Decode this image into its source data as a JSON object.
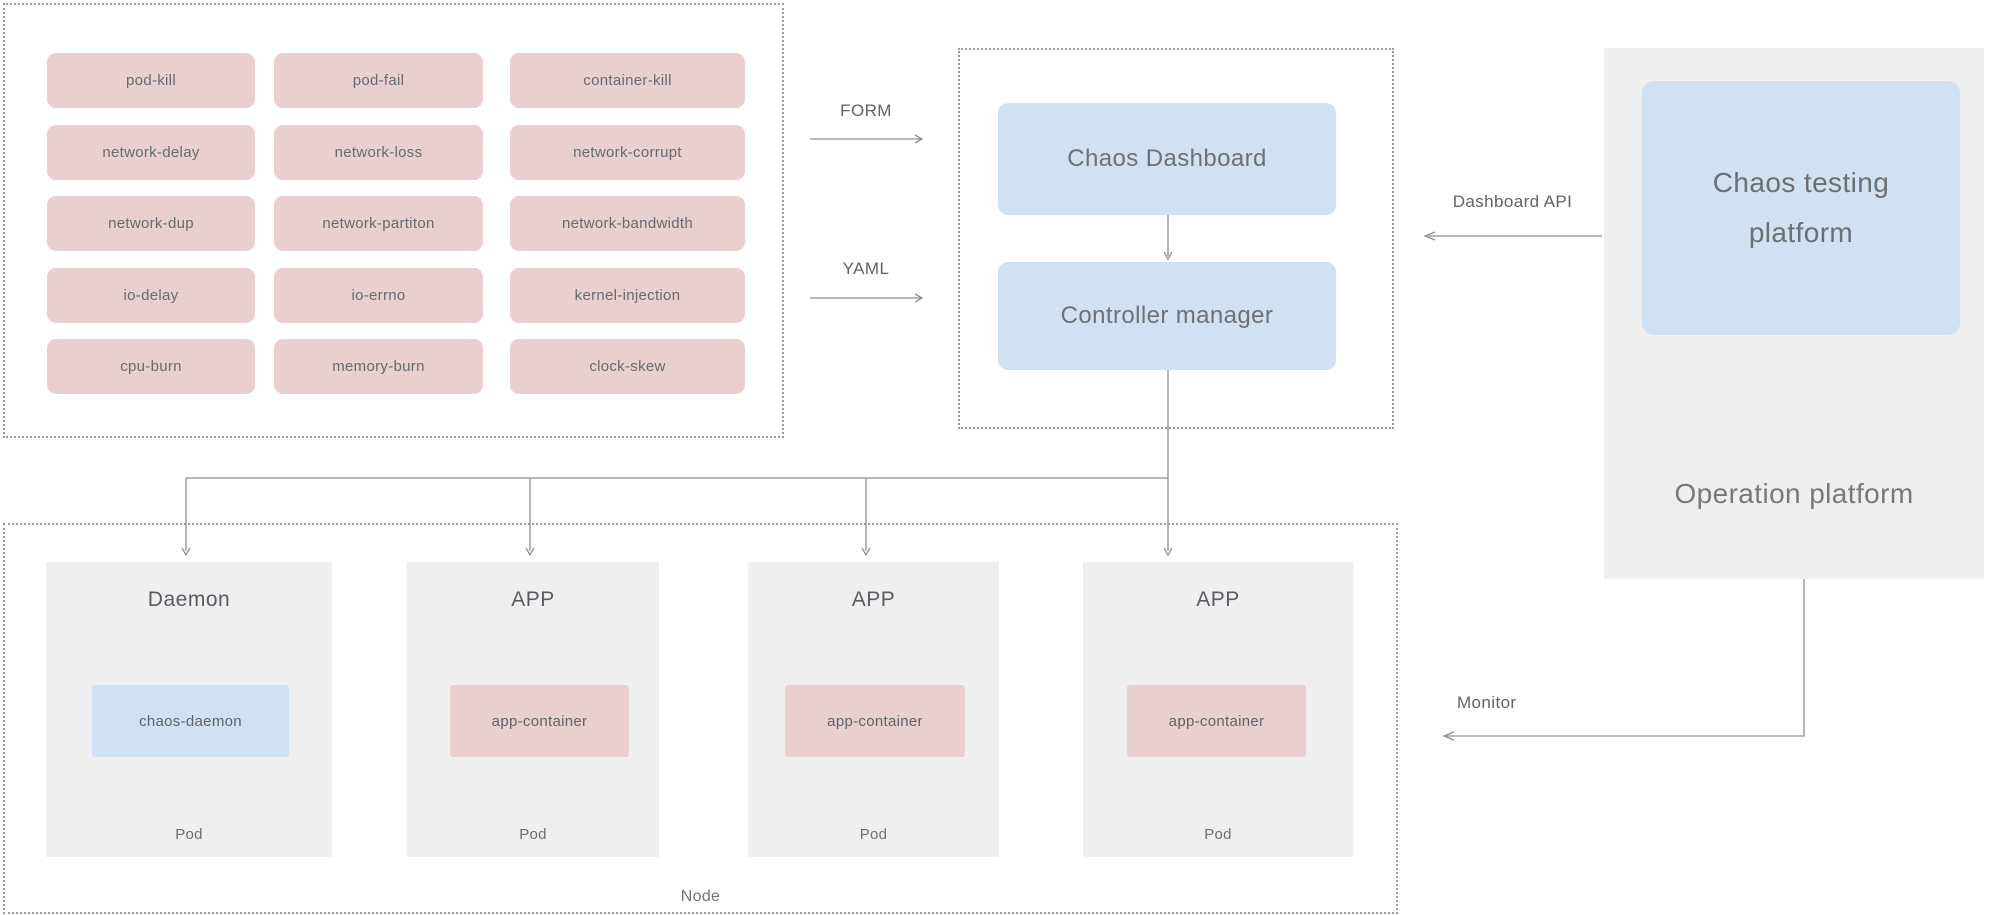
{
  "experiments": {
    "items": [
      "pod-kill",
      "pod-fail",
      "container-kill",
      "network-delay",
      "network-loss",
      "network-corrupt",
      "network-dup",
      "network-partiton",
      "network-bandwidth",
      "io-delay",
      "io-errno",
      "kernel-injection",
      "cpu-burn",
      "memory-burn",
      "clock-skew"
    ]
  },
  "flow": {
    "form": "FORM",
    "yaml": "YAML",
    "dashboard_api": "Dashboard API",
    "monitor": "Monitor"
  },
  "control_plane": {
    "dashboard": "Chaos Dashboard",
    "controller": "Controller manager"
  },
  "platform": {
    "testing_title": "Chaos testing platform",
    "operation_title": "Operation platform"
  },
  "node": {
    "label": "Node",
    "pods": [
      {
        "title": "Daemon",
        "container": "chaos-daemon",
        "footer": "Pod",
        "container_class": "container blue"
      },
      {
        "title": "APP",
        "container": "app-container",
        "footer": "Pod",
        "container_class": "container pink"
      },
      {
        "title": "APP",
        "container": "app-container",
        "footer": "Pod",
        "container_class": "container pink"
      },
      {
        "title": "APP",
        "container": "app-container",
        "footer": "Pod",
        "container_class": "container pink"
      }
    ]
  },
  "colors": {
    "pink": "#eacfd0",
    "blue": "#cfe1f2",
    "panel": "#efefef",
    "line": "#8e8e8e"
  }
}
